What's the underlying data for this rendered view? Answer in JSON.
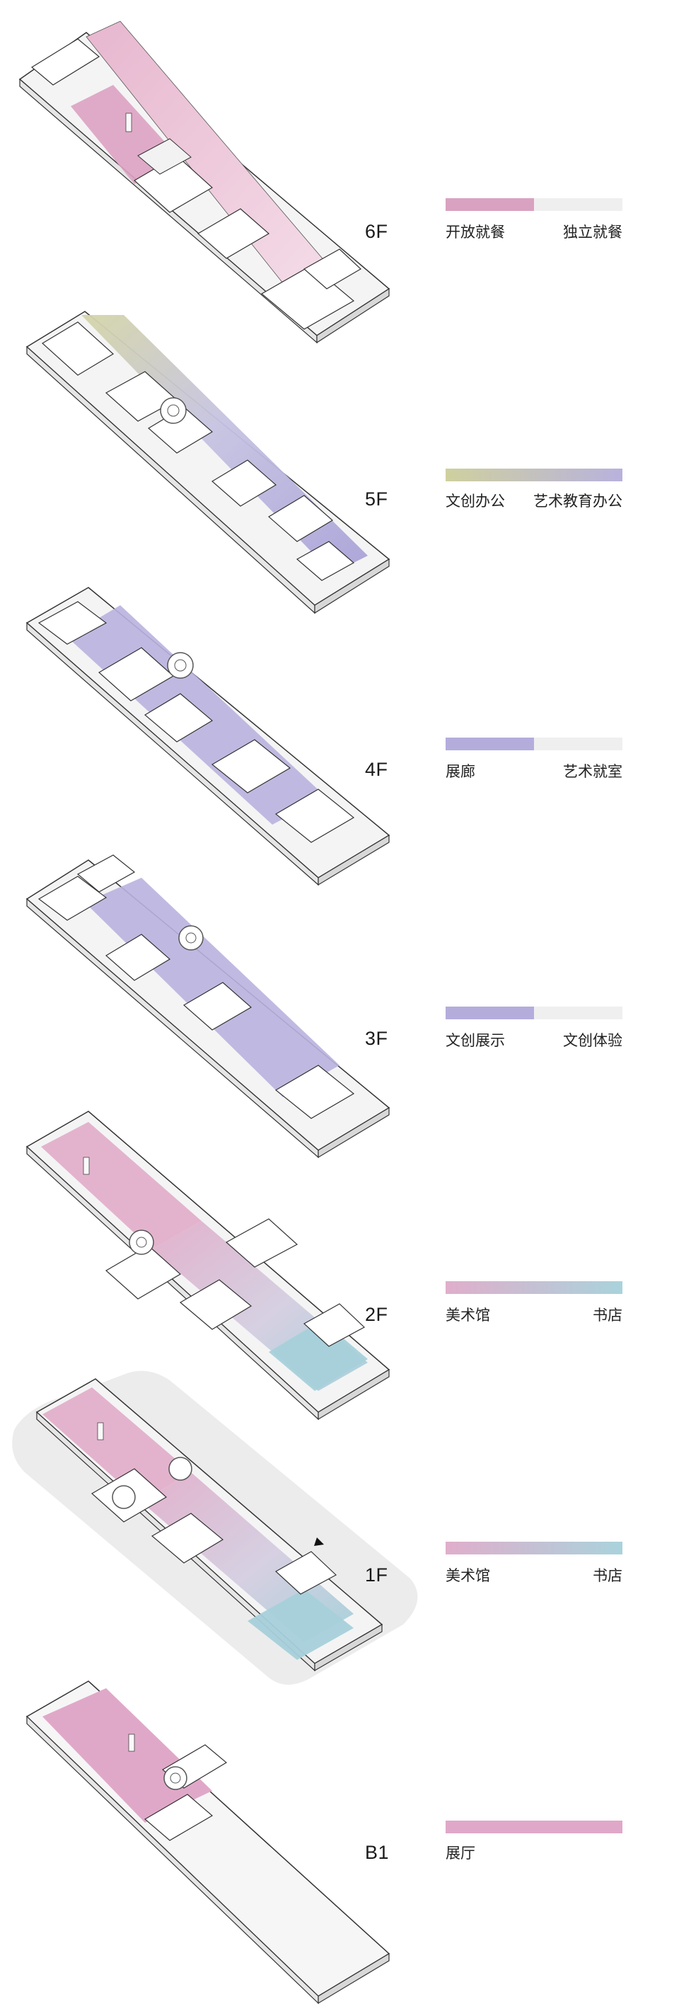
{
  "floors": [
    {
      "id": "6F",
      "label": "6F",
      "legend": {
        "left": "开放就餐",
        "right": "独立就餐",
        "colors": [
          "#d9a2c0",
          "#efefef"
        ],
        "style": "split"
      }
    },
    {
      "id": "5F",
      "label": "5F",
      "legend": {
        "left": "文创办公",
        "right": "艺术教育办公",
        "colors": [
          "#cfd09f",
          "#b8b2dd"
        ],
        "style": "gradient"
      }
    },
    {
      "id": "4F",
      "label": "4F",
      "legend": {
        "left": "展廊",
        "right": "艺术就室",
        "colors": [
          "#b4addc",
          "#efefef"
        ],
        "style": "split"
      }
    },
    {
      "id": "3F",
      "label": "3F",
      "legend": {
        "left": "文创展示",
        "right": "文创体验",
        "colors": [
          "#b4addc",
          "#efefef"
        ],
        "style": "split"
      }
    },
    {
      "id": "2F",
      "label": "2F",
      "legend": {
        "left": "美术馆",
        "right": "书店",
        "colors": [
          "#e0aecb",
          "#a9d3dc"
        ],
        "style": "gradient"
      }
    },
    {
      "id": "1F",
      "label": "1F",
      "legend": {
        "left": "美术馆",
        "right": "书店",
        "colors": [
          "#e0aecb",
          "#a9d3dc"
        ],
        "style": "gradient"
      }
    },
    {
      "id": "B1",
      "label": "B1",
      "legend": {
        "left": "展厅",
        "right": "",
        "colors": [
          "#e0a8c8",
          "#e0a8c8"
        ],
        "style": "solid"
      }
    }
  ]
}
